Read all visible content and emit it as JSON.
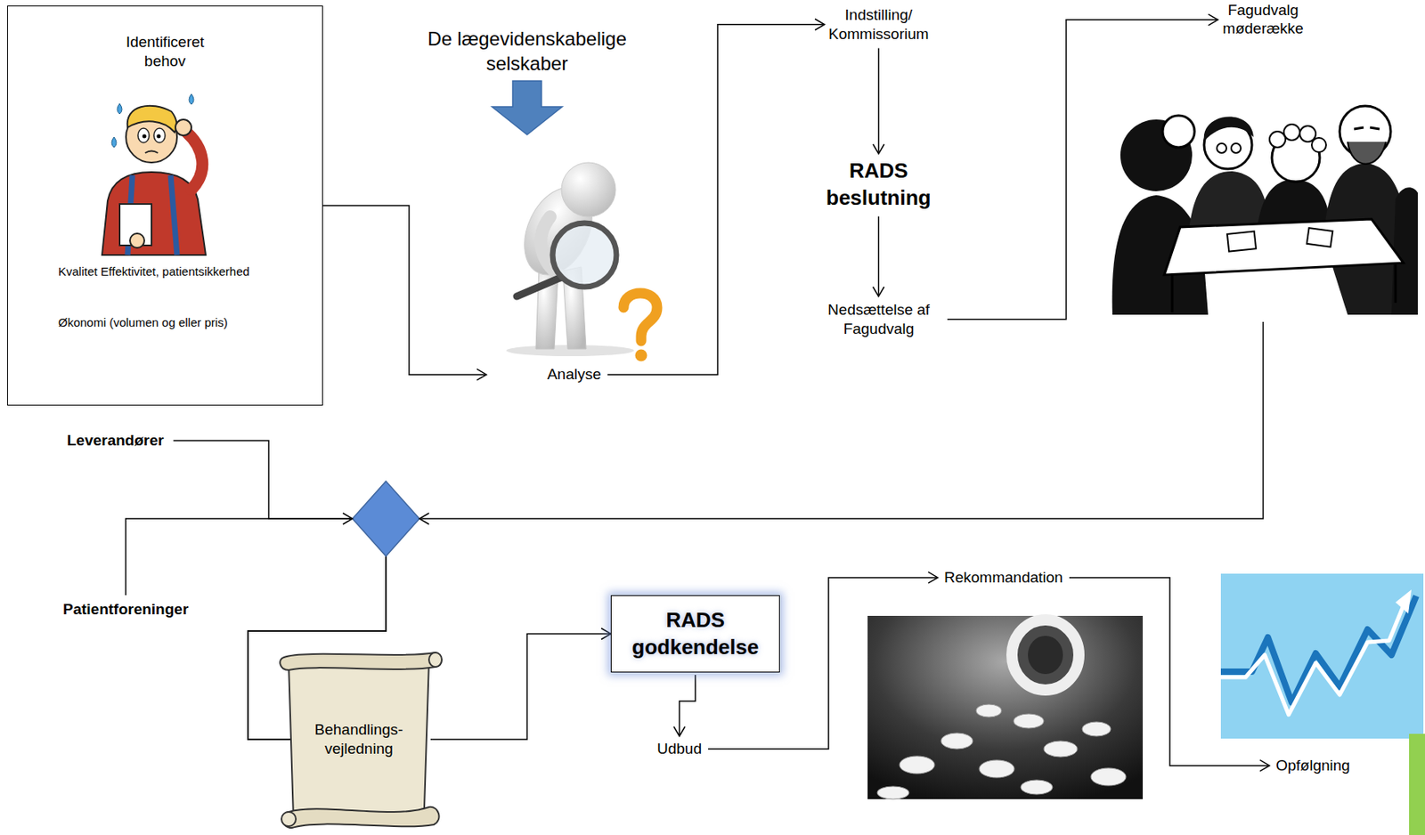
{
  "diagram": {
    "nodes": [
      {
        "text": [
          "Identificeret behov",
          "Kvalitet Effektivitet, patientsikkerhed",
          "Økonomi (volumen og eller pris)"
        ]
      },
      {
        "text": [
          "De lægevidenskabelige selskaber"
        ]
      },
      {
        "text": [
          "Analyse"
        ]
      },
      {
        "text": [
          "Indstilling/ Kommissorium"
        ]
      },
      {
        "text": [
          "RADS beslutning"
        ]
      },
      {
        "text": [
          "Nedsættelse af Fagudvalg"
        ]
      },
      {
        "text": [
          "Fagudvalg møderække"
        ]
      },
      {
        "text": [
          "Leverandører"
        ]
      },
      {
        "text": [
          "Patientforeninger"
        ]
      },
      {
        "text": [
          "Behandlings- vejledning"
        ]
      },
      {
        "text": [
          "RADS godkendelse"
        ]
      },
      {
        "text": [
          "Udbud"
        ]
      },
      {
        "text": [
          "Rekommandation"
        ]
      },
      {
        "text": [
          "Opfølgning"
        ]
      }
    ],
    "edges": [
      {
        "from": 0,
        "to": 2,
        "arrow": "to"
      },
      {
        "from": 1,
        "to": 2,
        "arrow": "to"
      },
      {
        "from": 2,
        "to": 3,
        "arrow": "to"
      },
      {
        "from": 3,
        "to": 4,
        "arrow": "to"
      },
      {
        "from": 4,
        "to": 5,
        "arrow": "to"
      },
      {
        "from": 5,
        "to": 6,
        "arrow": "to"
      },
      {
        "from": 6,
        "to": 9,
        "arrow": "to"
      },
      {
        "from": 7,
        "to": 9,
        "arrow": "to"
      },
      {
        "from": 8,
        "to": 9,
        "arrow": "to"
      },
      {
        "from": 9,
        "to": 10,
        "arrow": "to"
      },
      {
        "from": 10,
        "to": 11,
        "arrow": "to"
      },
      {
        "from": 11,
        "to": 12,
        "arrow": "to"
      },
      {
        "from": 12,
        "to": 13,
        "arrow": "to"
      }
    ]
  }
}
